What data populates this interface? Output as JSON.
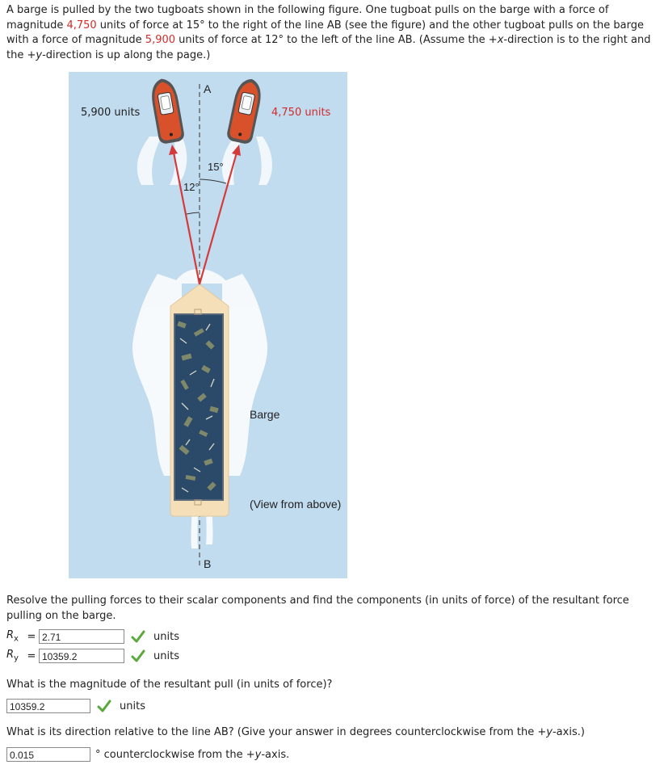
{
  "problem": {
    "s1": "A barge is pulled by the two tugboats shown in the following figure. One tugboat pulls on the barge with a force of magnitude ",
    "f1": "4,750",
    "s2": " units of force at 15° to the right of the line AB (see the figure) and the other tugboat pulls on the barge with a force of magnitude ",
    "f2": "5,900",
    "s3": " units of force at 12° to the left of the line AB. (Assume the +",
    "x": "x",
    "s4": "-direction is to the right and the +",
    "y": "y",
    "s5": "-direction is up along the page.)"
  },
  "figure": {
    "left_force": "5,900 units",
    "right_force": "4,750 units",
    "left_angle": "12°",
    "right_angle": "15°",
    "point_a": "A",
    "point_b": "B",
    "barge_label": "Barge",
    "view_label": "(View from above)"
  },
  "part1": {
    "prompt": "Resolve the pulling forces to their scalar components and find the components (in units of force) of the resultant force pulling on the barge.",
    "rx_sym": "R",
    "rx_sub": "x",
    "ry_sym": "R",
    "ry_sub": "y",
    "equals": "=",
    "rx_value": "2.71",
    "ry_value": "10359.2",
    "unit": "units"
  },
  "part2": {
    "prompt": "What is the magnitude of the resultant pull (in units of force)?",
    "value": "10359.2",
    "unit": "units"
  },
  "part3": {
    "prompt_a": "What is its direction relative to the line AB? (Give your answer in degrees counterclockwise from the +",
    "y": "y",
    "prompt_b": "-axis.)",
    "value": "0.015",
    "suffix_a": "° counterclockwise from the +",
    "suffix_y": "y",
    "suffix_b": "-axis."
  },
  "colors": {
    "highlight": "#d42a2a",
    "check": "#5aa83a",
    "water": "#c1dbef",
    "arrow": "#d53a3a"
  }
}
